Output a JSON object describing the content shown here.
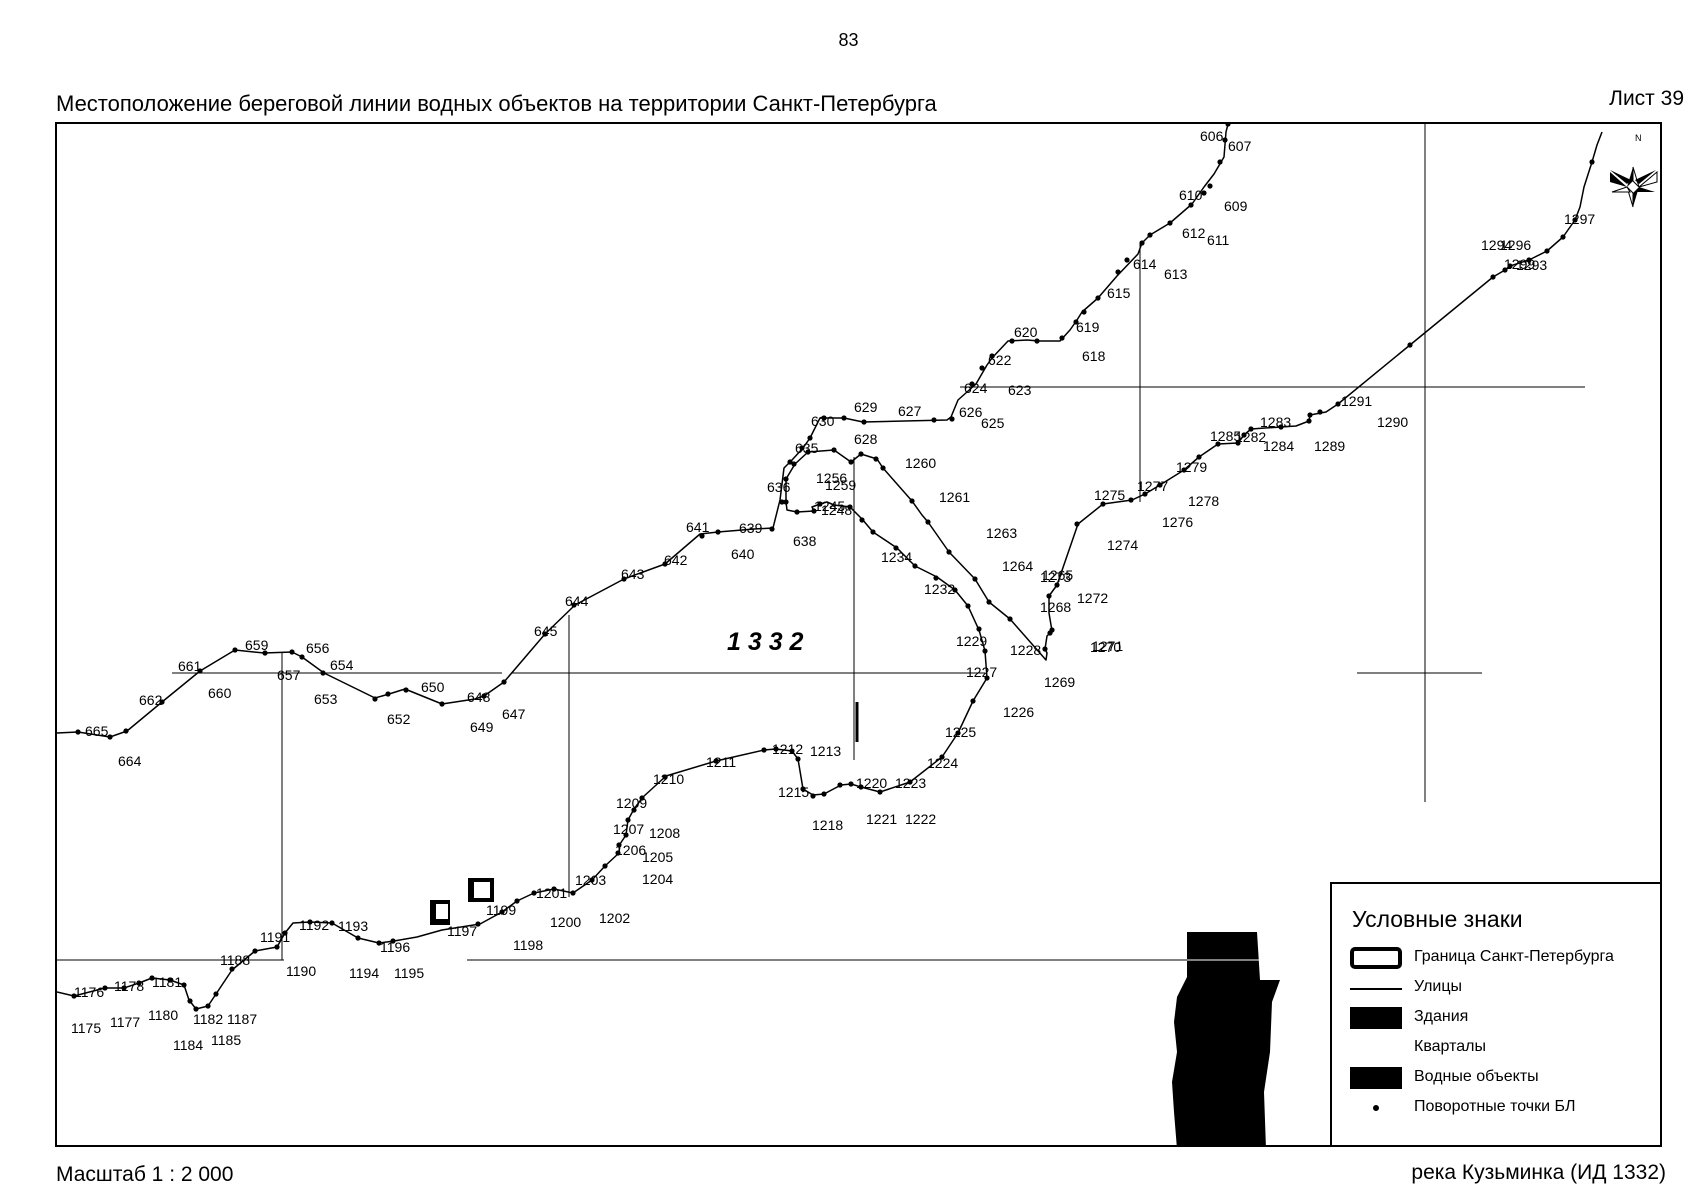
{
  "page_number": "83",
  "title": "Местоположение береговой линии водных объектов на территории Санкт-Петербурга",
  "sheet": "Лист 39",
  "scale": "Масштаб 1 : 2 000",
  "river": "река Кузьминка (ИД 1332)",
  "object_id_label": "1 3 3 2",
  "legend": {
    "title": "Условные знаки",
    "items": [
      {
        "key": "boundary",
        "label": "Граница Санкт-Петербурга"
      },
      {
        "key": "street",
        "label": "Улицы"
      },
      {
        "key": "building",
        "label": "Здания"
      },
      {
        "key": "quarter",
        "label": "Кварталы"
      },
      {
        "key": "water",
        "label": "Водные объекты"
      },
      {
        "key": "point",
        "label": "Поворотные точки БЛ"
      }
    ]
  },
  "north_arrow_label": "N",
  "point_labels": [
    "606",
    "607",
    "609",
    "610",
    "611",
    "612",
    "613",
    "614",
    "615",
    "618",
    "619",
    "620",
    "622",
    "623",
    "624",
    "625",
    "626",
    "627",
    "628",
    "629",
    "630",
    "635",
    "636",
    "638",
    "639",
    "640",
    "641",
    "642",
    "643",
    "644",
    "645",
    "647",
    "648",
    "649",
    "650",
    "652",
    "653",
    "654",
    "656",
    "657",
    "659",
    "660",
    "661",
    "662",
    "664",
    "665",
    "1175",
    "1176",
    "1177",
    "1178",
    "1180",
    "1181",
    "1182",
    "1184",
    "1185",
    "1187",
    "1188",
    "1190",
    "1191",
    "1192",
    "1193",
    "1194",
    "1195",
    "1196",
    "1197",
    "1198",
    "1199",
    "1200",
    "1201",
    "1202",
    "1203",
    "1204",
    "1205",
    "1206",
    "1207",
    "1208",
    "1209",
    "1210",
    "1211",
    "1212",
    "1213",
    "1215",
    "1218",
    "1220",
    "1221",
    "1222",
    "1223",
    "1224",
    "1225",
    "1226",
    "1227",
    "1228",
    "1229",
    "1232",
    "1234",
    "1245",
    "1248",
    "1256",
    "1259",
    "1260",
    "1261",
    "1263",
    "1264",
    "1265",
    "1268",
    "1269",
    "1270",
    "1271",
    "1272",
    "1273",
    "1274",
    "1275",
    "1276",
    "1277",
    "1278",
    "1279",
    "1282",
    "1283",
    "1284",
    "1285",
    "1289",
    "1290",
    "1291",
    "1293",
    "1294",
    "1296",
    "1297",
    "1299"
  ]
}
